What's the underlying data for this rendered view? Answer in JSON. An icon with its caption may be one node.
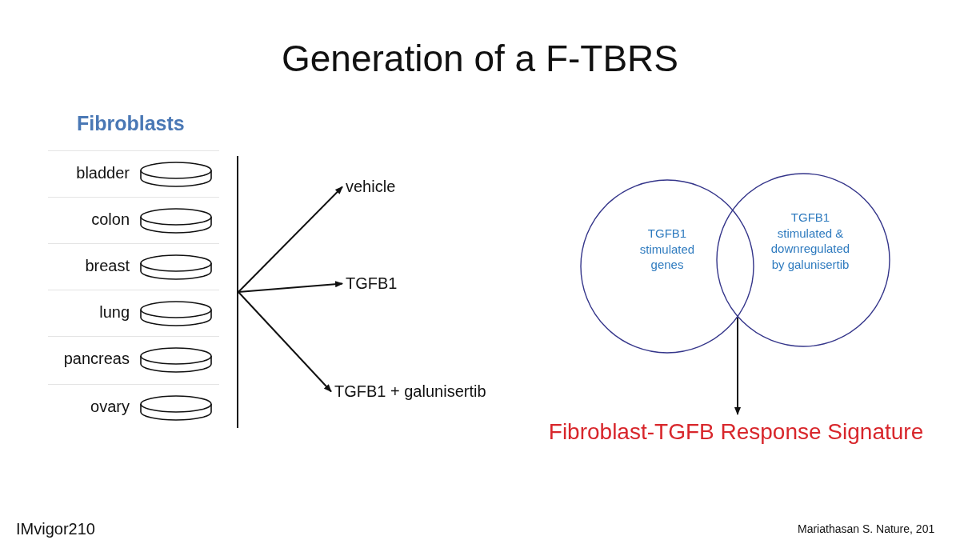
{
  "diagram": {
    "title": "Generation of a F-TBRS",
    "nodes": [
      {
        "text": [
          "bladder"
        ]
      },
      {
        "text": [
          "colon"
        ]
      },
      {
        "text": [
          "breast"
        ]
      },
      {
        "text": [
          "lung"
        ]
      },
      {
        "text": [
          "pancreas"
        ]
      },
      {
        "text": [
          "ovary"
        ]
      },
      {
        "text": [],
        "shape": "bar"
      },
      {
        "text": [
          "vehicle"
        ]
      },
      {
        "text": [
          "TGFB1"
        ]
      },
      {
        "text": [
          "TGFB1 + galunisertib"
        ]
      },
      {
        "text": [
          "TGFB1 stimulated genes"
        ]
      },
      {
        "text": [
          "TGFB1 stimulated & downregulated by galunisertib"
        ]
      },
      {
        "text": [
          "Fibroblast-TGFB Response Signature"
        ]
      }
    ],
    "edges": [
      {
        "from": 6,
        "to": 7,
        "arrow": "to"
      },
      {
        "from": 6,
        "to": 8,
        "arrow": "to"
      },
      {
        "from": 6,
        "to": 9,
        "arrow": "to"
      },
      {
        "from": 10,
        "to": 12,
        "arrow": "to"
      }
    ],
    "labels": [
      "Fibroblasts",
      "IMvigor210",
      "Mariathasan S. Nature, 201"
    ]
  }
}
